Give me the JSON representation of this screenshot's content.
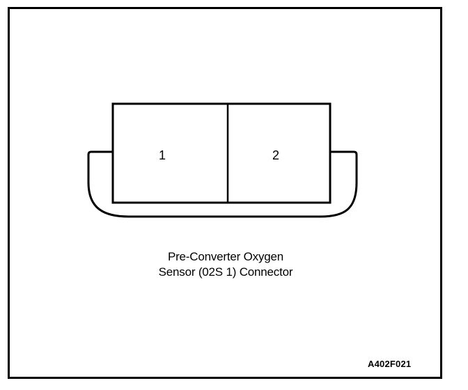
{
  "diagram": {
    "pins": [
      {
        "label": "1"
      },
      {
        "label": "2"
      }
    ],
    "caption": {
      "line1": "Pre-Converter Oxygen",
      "line2": "Sensor  (02S 1) Connector"
    },
    "figure_code": "A402F021"
  },
  "colors": {
    "line": "#000000",
    "background": "#ffffff"
  }
}
